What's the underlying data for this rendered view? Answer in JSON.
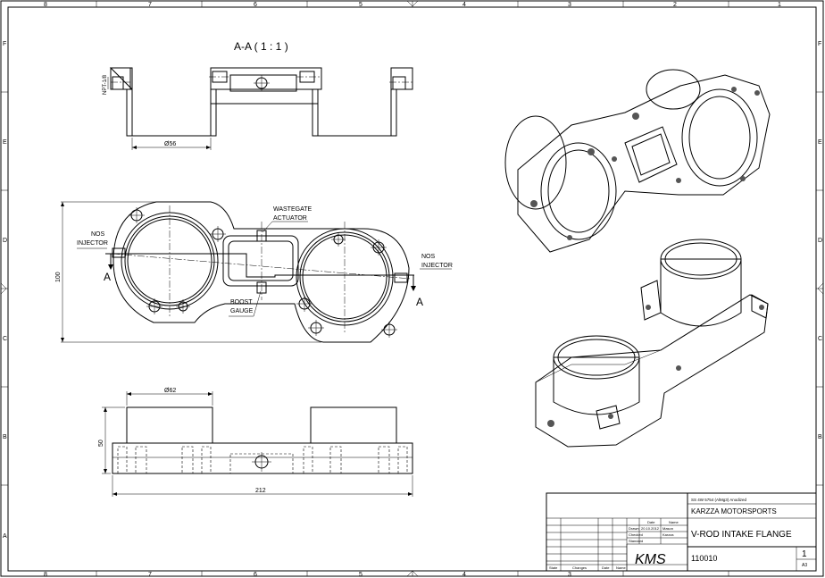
{
  "sheet": {
    "zones_top": [
      "8",
      "7",
      "6",
      "5",
      "4",
      "3",
      "2",
      "1"
    ],
    "zones_side": [
      "F",
      "E",
      "D",
      "C",
      "B",
      "A"
    ]
  },
  "section": {
    "title": "A-A ( 1 : 1 )",
    "thread_label": "NPT-1/8",
    "bore_dim": "Ø56"
  },
  "plan": {
    "height_dim": "100",
    "nos_left": [
      "NOS",
      "INJECTOR"
    ],
    "nos_right": [
      "NOS",
      "INJECTOR"
    ],
    "wastegate": [
      "WASTEGATE",
      "ACTUATOR"
    ],
    "boost": [
      "BOOST",
      "GAUGE"
    ],
    "section_mark": "A"
  },
  "elevation": {
    "od_dim": "Ø62",
    "height_dim": "50",
    "length_dim": "212"
  },
  "title_block": {
    "material": "SS 4W 5754 (AlMg3) Anodized",
    "company": "KARZZA MOTORSPORTS",
    "title": "V-ROD INTAKE FLANGE",
    "part_no": "110010",
    "sheet_no": "1",
    "size": "A3",
    "logo": "KMS",
    "col_date": "Date",
    "col_name": "Name",
    "row_drawn": "Drawn",
    "row_checked": "Checked",
    "row_standard": "Standard",
    "drawn_date": "20.10.2012",
    "drawn_name": "Mason",
    "checked_name": "Karzza",
    "rev_state": "State",
    "rev_changes": "Changes",
    "rev_date": "Date",
    "rev_name": "Name"
  }
}
